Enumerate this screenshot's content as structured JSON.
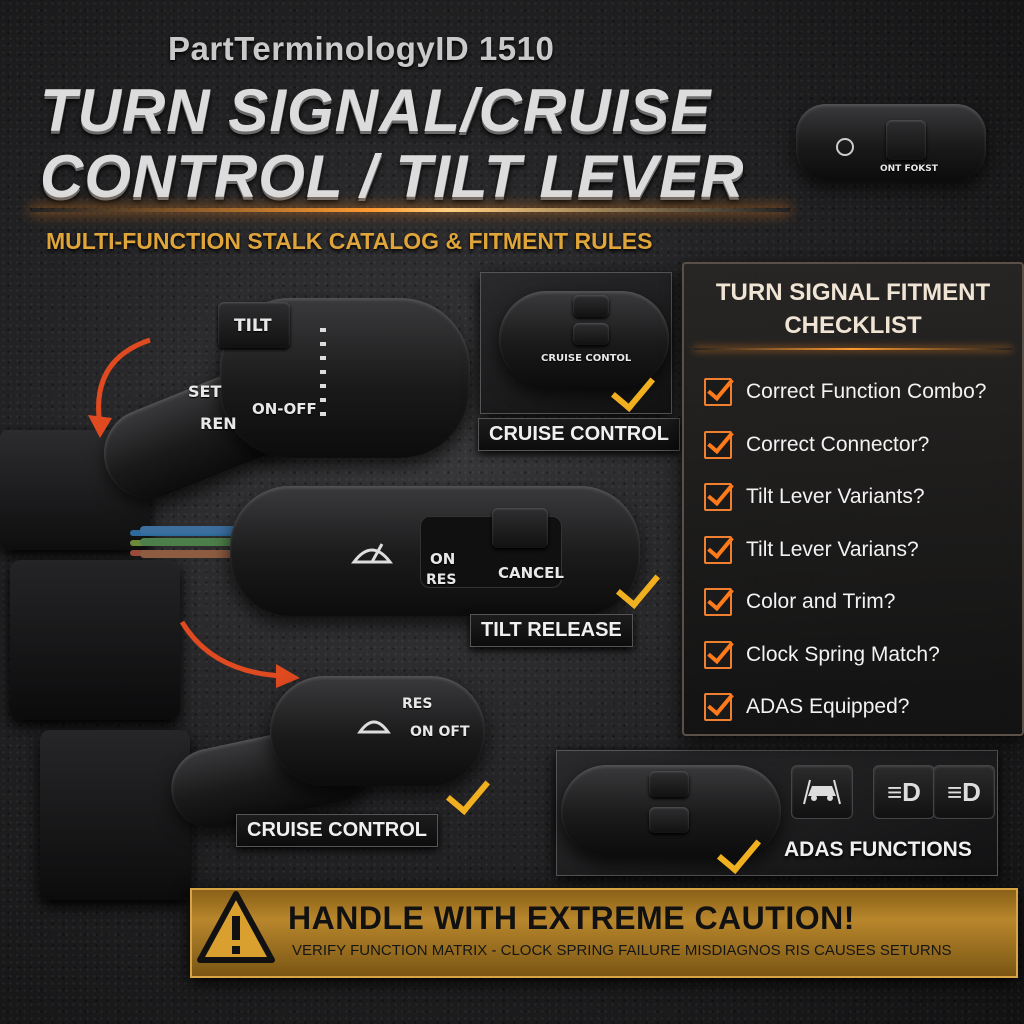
{
  "header": {
    "part_id": "PartTerminologyID 1510",
    "title_line1": "TURN SIGNAL/CRUISE",
    "title_line2": "CONTROL / TILT LEVER",
    "subtitle": "MULTI-FUNCTION STALK CATALOG & FITMENT RULES"
  },
  "checklist": {
    "title_line1": "TURN SIGNAL FITMENT",
    "title_line2": "CHECKLIST",
    "items": [
      "Correct Function Combo?",
      "Correct Connector?",
      "Tilt Lever Variants?",
      "Tilt Lever Varians?",
      "Color and Trim?",
      "Clock Spring Match?",
      "ADAS Equipped?"
    ]
  },
  "labels": {
    "cruise_control_inset": "CRUISE CONTROL",
    "tilt_release": "TILT RELEASE",
    "cruise_control_bottom": "CRUISE CONTROL",
    "adas_functions": "ADAS FUNCTIONS"
  },
  "stalk_markings": {
    "top": {
      "tilt": "TILT",
      "set": "SET",
      "ren": "REN",
      "on_off": "ON-OFF"
    },
    "middle": {
      "on": "ON",
      "res": "RES",
      "cancel": "CANCEL"
    },
    "bottom": {
      "res": "RES",
      "on_off": "ON OFT"
    },
    "inset": {
      "cruise_contol": "CRUISE CONTOL"
    },
    "header_switch": {
      "text": "ONT FOKST"
    }
  },
  "caution": {
    "title": "HANDLE WITH EXTREME CAUTION!",
    "subtitle": "VERIFY FUNCTION MATRIX - CLOCK SPRING FAILURE MISDIAGNOS RIS CAUSES SETURNS"
  },
  "colors": {
    "accent_orange": "#ff8a20",
    "check_gold": "#f0b020",
    "banner_gold": "#b8862c"
  },
  "icons": [
    "wiper-icon",
    "car-lane-icon",
    "fog-light-icon",
    "warning-triangle-icon",
    "arrow-icon"
  ]
}
